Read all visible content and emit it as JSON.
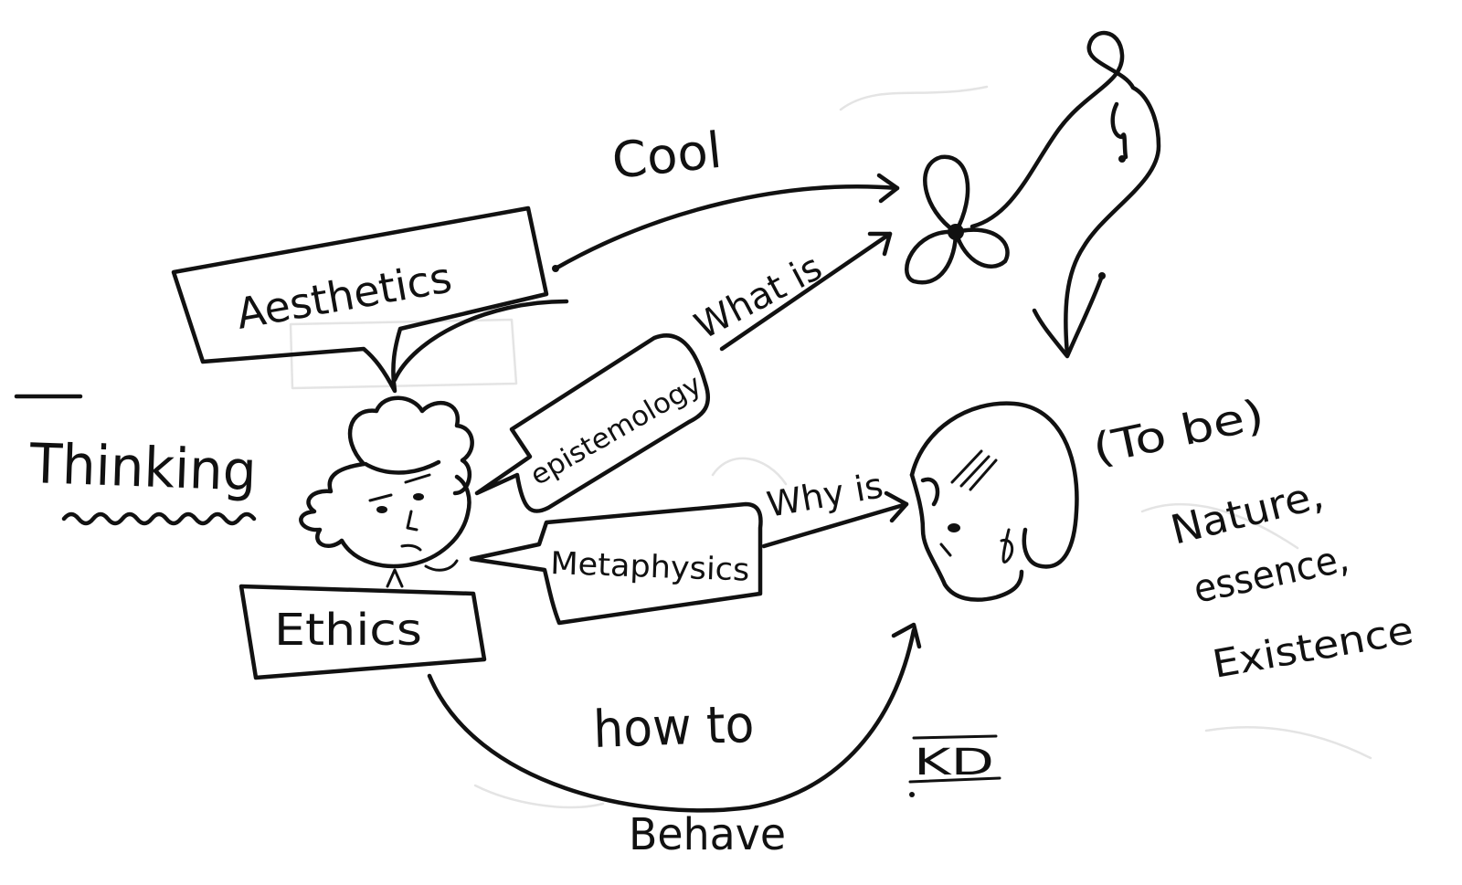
{
  "nodes": {
    "thinking": "Thinking",
    "aesthetics": "Aesthetics",
    "epistemology": "epistemology",
    "metaphysics": "Metaphysics",
    "ethics": "Ethics",
    "to_be": "(To be)",
    "nature": "Nature,",
    "essence": "essence,",
    "existence": "Existence"
  },
  "edges": {
    "cool": "Cool",
    "what_is": "What is",
    "why_is": "Why is",
    "how_to": "how to",
    "behave": "Behave"
  },
  "signature": "KD",
  "colors": {
    "ink": "#111111",
    "paper": "#ffffff",
    "ghost": "#e4e4e4"
  }
}
